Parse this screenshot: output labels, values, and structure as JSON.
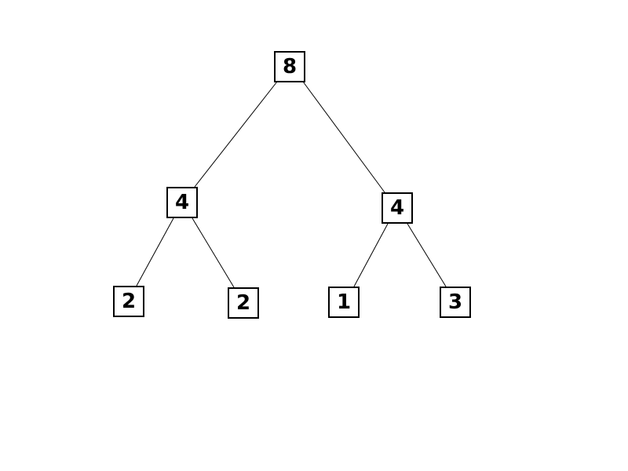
{
  "tree": {
    "root": {
      "value": "8"
    },
    "left": {
      "value": "4"
    },
    "right": {
      "value": "4"
    },
    "left_left": {
      "value": "2"
    },
    "left_right": {
      "value": "2"
    },
    "right_left": {
      "value": "1"
    },
    "right_right": {
      "value": "3"
    }
  },
  "colors": {
    "line": "#000000",
    "box_border": "#000000",
    "background": "#ffffff"
  }
}
